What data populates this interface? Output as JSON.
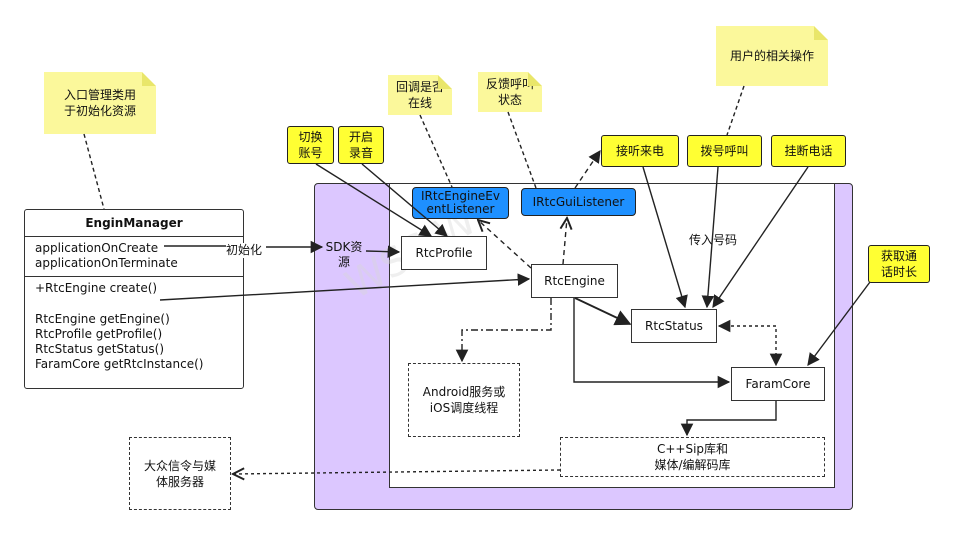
{
  "notes": {
    "entry": "入口管理类用于初始化资源",
    "callback_online": "回调是否在线",
    "feedback_call": "反馈呼叫状态",
    "user_ops": "用户的相关操作"
  },
  "actions": {
    "switch_account": "切换账号",
    "start_recording": "开启录音",
    "answer_call": "接听来电",
    "dial_call": "拨号呼叫",
    "hangup_call": "挂断电话",
    "get_call_duration": "获取通话时长"
  },
  "interfaces": {
    "engine_event_listener": "IRtcEngineEventListener",
    "gui_listener": "IRtcGuiListener"
  },
  "class": {
    "name": "EnginManager",
    "lifecycle": [
      "applicationOnCreate",
      "applicationOnTerminate"
    ],
    "create": "+RtcEngine create()",
    "getters": [
      "RtcEngine getEngine()",
      "RtcProfile getProfile()",
      "RtcStatus getStatus()",
      "FaramCore getRtcInstance()"
    ]
  },
  "components": {
    "profile": "RtcProfile",
    "engine": "RtcEngine",
    "status": "RtcStatus",
    "core": "FaramCore",
    "android_service": "Android服务或iOS调度线程",
    "sip_lib": "C++Sip库和媒体/编解码库",
    "signaling": "大众信令与媒体服务器"
  },
  "labels": {
    "init": "初始化",
    "sdk_resource": "SDK资源",
    "pass_number": "传入号码"
  },
  "watermark": "WSS  W",
  "colors": {
    "note_bg": "#fbf89b",
    "action_bg": "#ffff33",
    "interface_bg": "#1e90ff",
    "sdk_container": "#dcc7ff"
  }
}
